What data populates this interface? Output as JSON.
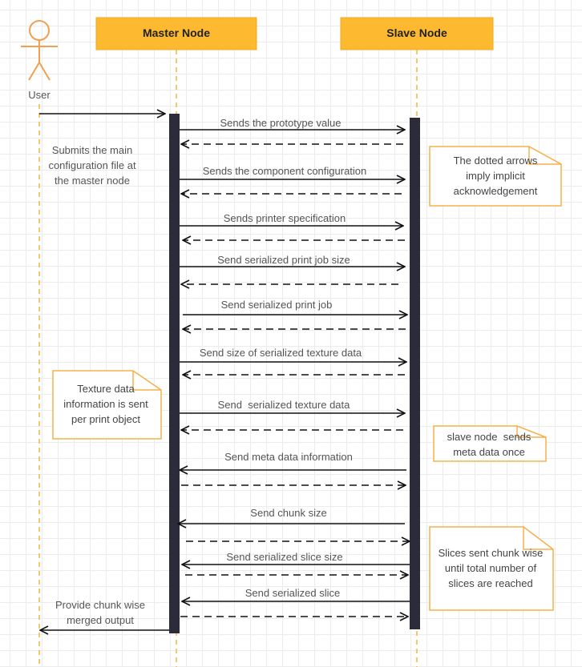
{
  "actors": {
    "user": "User",
    "master": "Master Node",
    "slave": "Slave Node"
  },
  "user_note": [
    "Submits the main",
    "configuration file at",
    "the master node"
  ],
  "messages": [
    "Sends the prototype value",
    "Sends the component configuration",
    "Sends printer specification",
    "Send serialized print job size",
    "Send serialized print job",
    "Send size of serialized texture data",
    "Send  serialized texture data",
    "Send meta data information",
    "Send chunk size",
    "Send serialized slice size",
    "Send serialized slice"
  ],
  "output_label": [
    "Provide chunk wise",
    "merged output"
  ],
  "notes": {
    "dotted": [
      "The dotted arrows",
      "imply implicit",
      "acknowledgement"
    ],
    "texture": [
      "Texture data",
      "information is sent",
      "per print object"
    ],
    "meta": [
      "slave node  sends",
      "meta data once"
    ],
    "slices": [
      "Slices sent chunk wise",
      "until total number of",
      "slices are reached"
    ]
  },
  "colors": {
    "header_fill": "#fdb92f",
    "header_stroke": "#f5a623",
    "lifeline": "#f0b73e",
    "activation": "#2b2b3a",
    "note_stroke": "#f5b04a",
    "arrow": "#111111"
  }
}
